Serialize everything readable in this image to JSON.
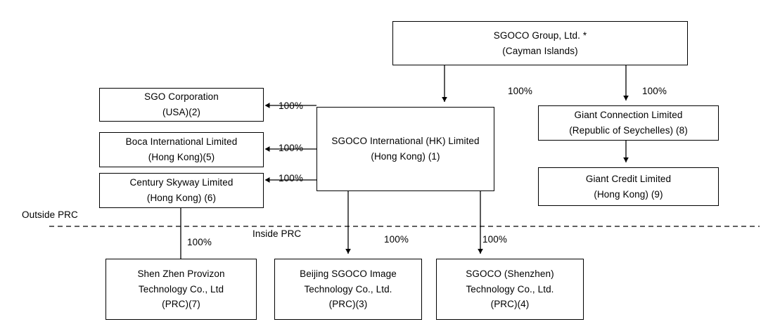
{
  "diagram": {
    "title": "SGOCO Group corporate organization chart",
    "stroke_color": "#000000",
    "background_color": "#ffffff",
    "nodes": [
      {
        "id": "sgoco-group",
        "lines": [
          "SGOCO Group, Ltd. *",
          "(Cayman Islands)"
        ]
      },
      {
        "id": "sgo-corporation",
        "lines": [
          "SGO Corporation",
          "(USA)(2)"
        ]
      },
      {
        "id": "boca-international",
        "lines": [
          "Boca International Limited",
          "(Hong Kong)(5)"
        ]
      },
      {
        "id": "century-skyway",
        "lines": [
          "Century Skyway  Limited",
          "(Hong Kong) (6)"
        ]
      },
      {
        "id": "sgoco-international-hk",
        "lines": [
          "SGOCO International (HK) Limited",
          "(Hong Kong) (1)"
        ]
      },
      {
        "id": "giant-connection",
        "lines": [
          "Giant Connection  Limited",
          "(Republic  of Seychelles)  (8)"
        ]
      },
      {
        "id": "giant-credit",
        "lines": [
          "Giant Credit Limited",
          "(Hong Kong) (9)"
        ]
      },
      {
        "id": "shen-zhen-provizon",
        "lines": [
          "Shen Zhen Provizon",
          "Technology Co., Ltd",
          "(PRC)(7)"
        ]
      },
      {
        "id": "beijing-sgoco-image",
        "lines": [
          "Beijing SGOCO Image",
          "Technology Co., Ltd.",
          "(PRC)(3)"
        ]
      },
      {
        "id": "sgoco-shenzhen",
        "lines": [
          "SGOCO (Shenzhen)",
          "Technology Co., Ltd.",
          "(PRC)(4)"
        ]
      }
    ],
    "edge_labels": {
      "group_to_international": "100%",
      "group_to_giant_connection": "100%",
      "international_to_sgo": "100%",
      "international_to_boca": "100%",
      "international_to_century": "100%",
      "century_to_shenzhen_provizon": "100%",
      "international_to_beijing": "100%",
      "international_to_sgoco_shenzhen": "100%"
    },
    "region_labels": {
      "outside": "Outside PRC",
      "inside": "Inside PRC"
    }
  }
}
